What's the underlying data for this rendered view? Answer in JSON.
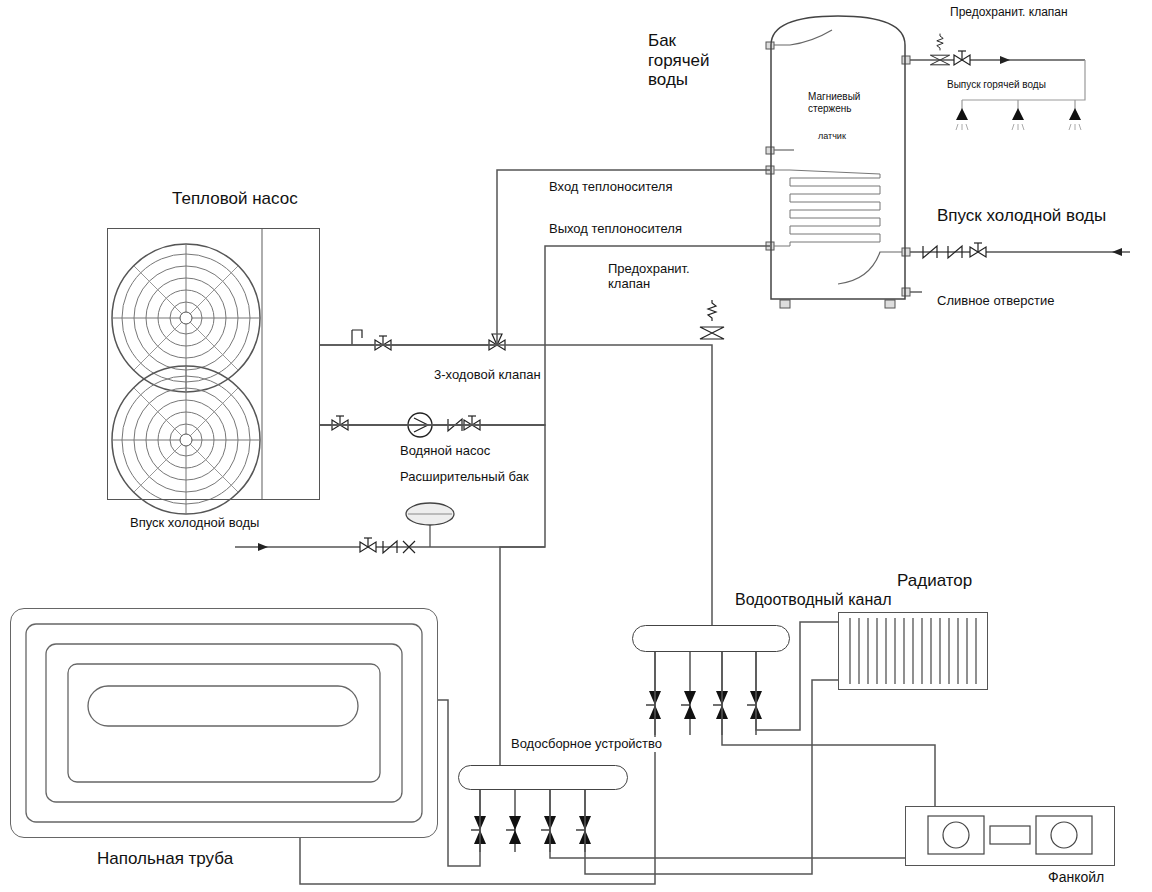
{
  "diagram": {
    "nodes": [
      {
        "text": [
          "Тепловой насос"
        ]
      },
      {
        "text": [
          "Бак горячей воды",
          "Магниевый стержень",
          "латчик"
        ]
      },
      {
        "text": [
          "Водоотводный канал"
        ]
      },
      {
        "text": [
          "Радиатор"
        ]
      },
      {
        "text": [
          "Водосборное устройство"
        ]
      },
      {
        "text": [
          "Напольная труба"
        ]
      },
      {
        "text": [
          "Фанкойл"
        ]
      }
    ],
    "edges": [
      {
        "from": 0,
        "to": 1,
        "arrow": "none"
      },
      {
        "from": 1,
        "to": 0,
        "arrow": "none"
      },
      {
        "from": 0,
        "to": 2,
        "arrow": "none"
      },
      {
        "from": 2,
        "to": 3,
        "arrow": "none"
      },
      {
        "from": 2,
        "to": 6,
        "arrow": "none"
      },
      {
        "from": 2,
        "to": 5,
        "arrow": "none"
      },
      {
        "from": 5,
        "to": 4,
        "arrow": "none"
      },
      {
        "from": 3,
        "to": 4,
        "arrow": "none"
      },
      {
        "from": 6,
        "to": 4,
        "arrow": "none"
      },
      {
        "from": 4,
        "to": 0,
        "arrow": "none"
      }
    ],
    "labels": [
      "Предохранит. клапан",
      "Выпуск горячей воды",
      "Вход теплоносителя",
      "Выход теплоносителя",
      "Впуск холодной воды",
      "Предохранит. клапан",
      "Сливное отверстие",
      "3-ходовой клапан",
      "Водяной насос",
      "Расширительный бак",
      "Впуск холодной воды"
    ]
  }
}
